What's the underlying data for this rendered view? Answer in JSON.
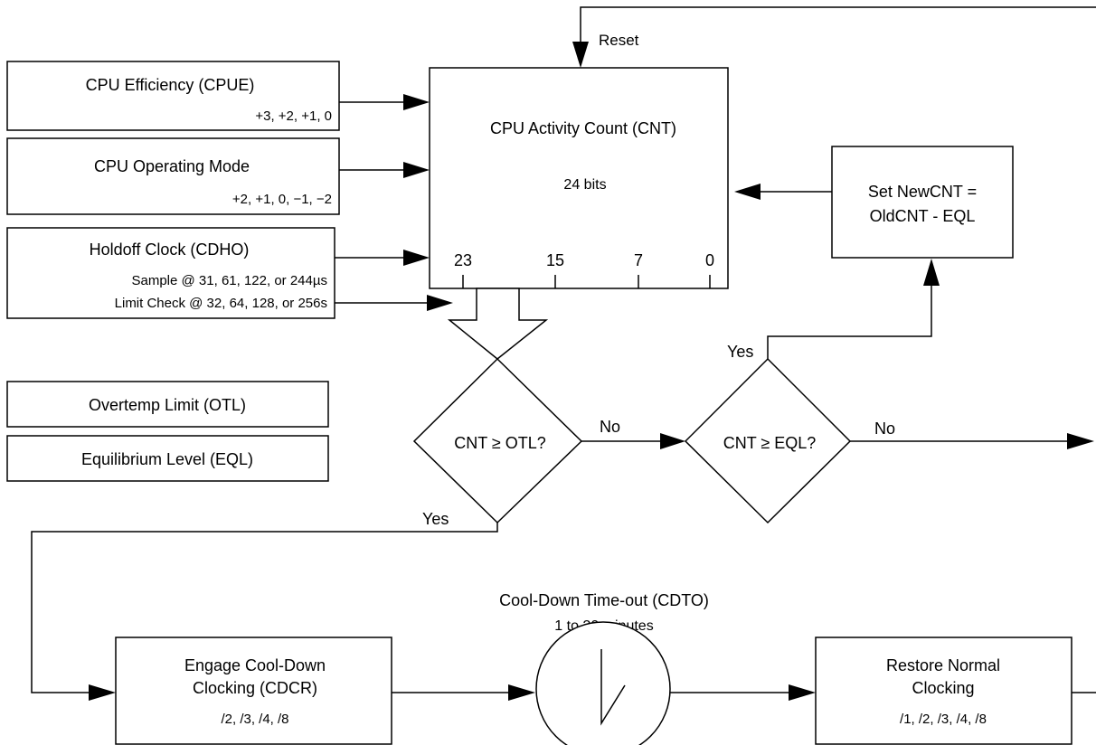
{
  "inputs": {
    "cpue": {
      "title": "CPU Efficiency (CPUE)",
      "values": "+3, +2, +1, 0"
    },
    "mode": {
      "title": "CPU Operating Mode",
      "values": "+2, +1, 0, −1, −2"
    },
    "cdho": {
      "title": "Holdoff Clock (CDHO)",
      "sample": "Sample @ 31, 61, 122, or 244µs",
      "limit": "Limit Check @ 32, 64, 128, or 256s"
    },
    "otl": "Overtemp Limit (OTL)",
    "eql": "Equilibrium Level (EQL)"
  },
  "counter": {
    "title": "CPU Activity Count (CNT)",
    "bits": "24 bits",
    "bit_labels": [
      "23",
      "15",
      "7",
      "0"
    ],
    "reset": "Reset"
  },
  "newcnt": {
    "line1": "Set NewCNT =",
    "line2": "OldCNT - EQL"
  },
  "decisions": {
    "otl": "CNT ≥ OTL?",
    "eql": "CNT ≥ EQL?",
    "yes": "Yes",
    "no": "No"
  },
  "cooldown": {
    "engage_line1": "Engage Cool-Down",
    "engage_line2": "Clocking (CDCR)",
    "engage_values": "/2, /3, /4, /8",
    "timer_title": "Cool-Down Time-out (CDTO)",
    "timer_range": "1 to 20 minutes",
    "restore_line1": "Restore Normal",
    "restore_line2": "Clocking",
    "restore_values": "/1, /2, /3, /4, /8"
  }
}
